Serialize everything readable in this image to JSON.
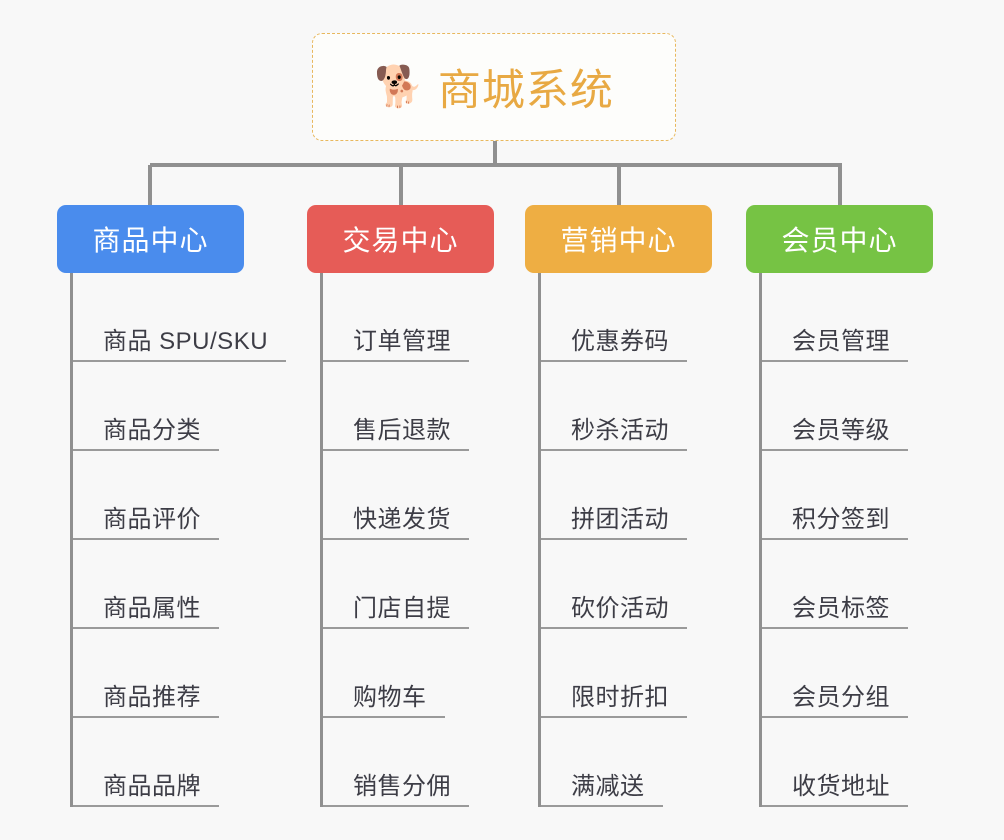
{
  "page": {
    "background_color": "#f8f8f8",
    "connector_color": "#909090",
    "leaf_text_color": "#3d3d46",
    "leaf_underline_color": "#9a9a9a"
  },
  "root": {
    "icon": "shiba-dog-face-emoji",
    "emoji": "🐕",
    "title": "商城系统",
    "title_color": "#e8a943",
    "border_color": "#e8b85e",
    "border_style": "dashed"
  },
  "categories": [
    {
      "label": "商品中心",
      "color": "#4a8ced",
      "leaves": [
        {
          "label": "商品 SPU/SKU"
        },
        {
          "label": "商品分类"
        },
        {
          "label": "商品评价"
        },
        {
          "label": "商品属性"
        },
        {
          "label": "商品推荐"
        },
        {
          "label": "商品品牌"
        }
      ]
    },
    {
      "label": "交易中心",
      "color": "#e65c57",
      "leaves": [
        {
          "label": "订单管理"
        },
        {
          "label": "售后退款"
        },
        {
          "label": "快递发货"
        },
        {
          "label": "门店自提"
        },
        {
          "label": "购物车"
        },
        {
          "label": "销售分佣"
        }
      ]
    },
    {
      "label": "营销中心",
      "color": "#eeae43",
      "leaves": [
        {
          "label": "优惠券码"
        },
        {
          "label": "秒杀活动"
        },
        {
          "label": "拼团活动"
        },
        {
          "label": "砍价活动"
        },
        {
          "label": "限时折扣"
        },
        {
          "label": "满减送"
        }
      ]
    },
    {
      "label": "会员中心",
      "color": "#76c344",
      "leaves": [
        {
          "label": "会员管理"
        },
        {
          "label": "会员等级"
        },
        {
          "label": "积分签到"
        },
        {
          "label": "会员标签"
        },
        {
          "label": "会员分组"
        },
        {
          "label": "收货地址"
        }
      ]
    }
  ]
}
